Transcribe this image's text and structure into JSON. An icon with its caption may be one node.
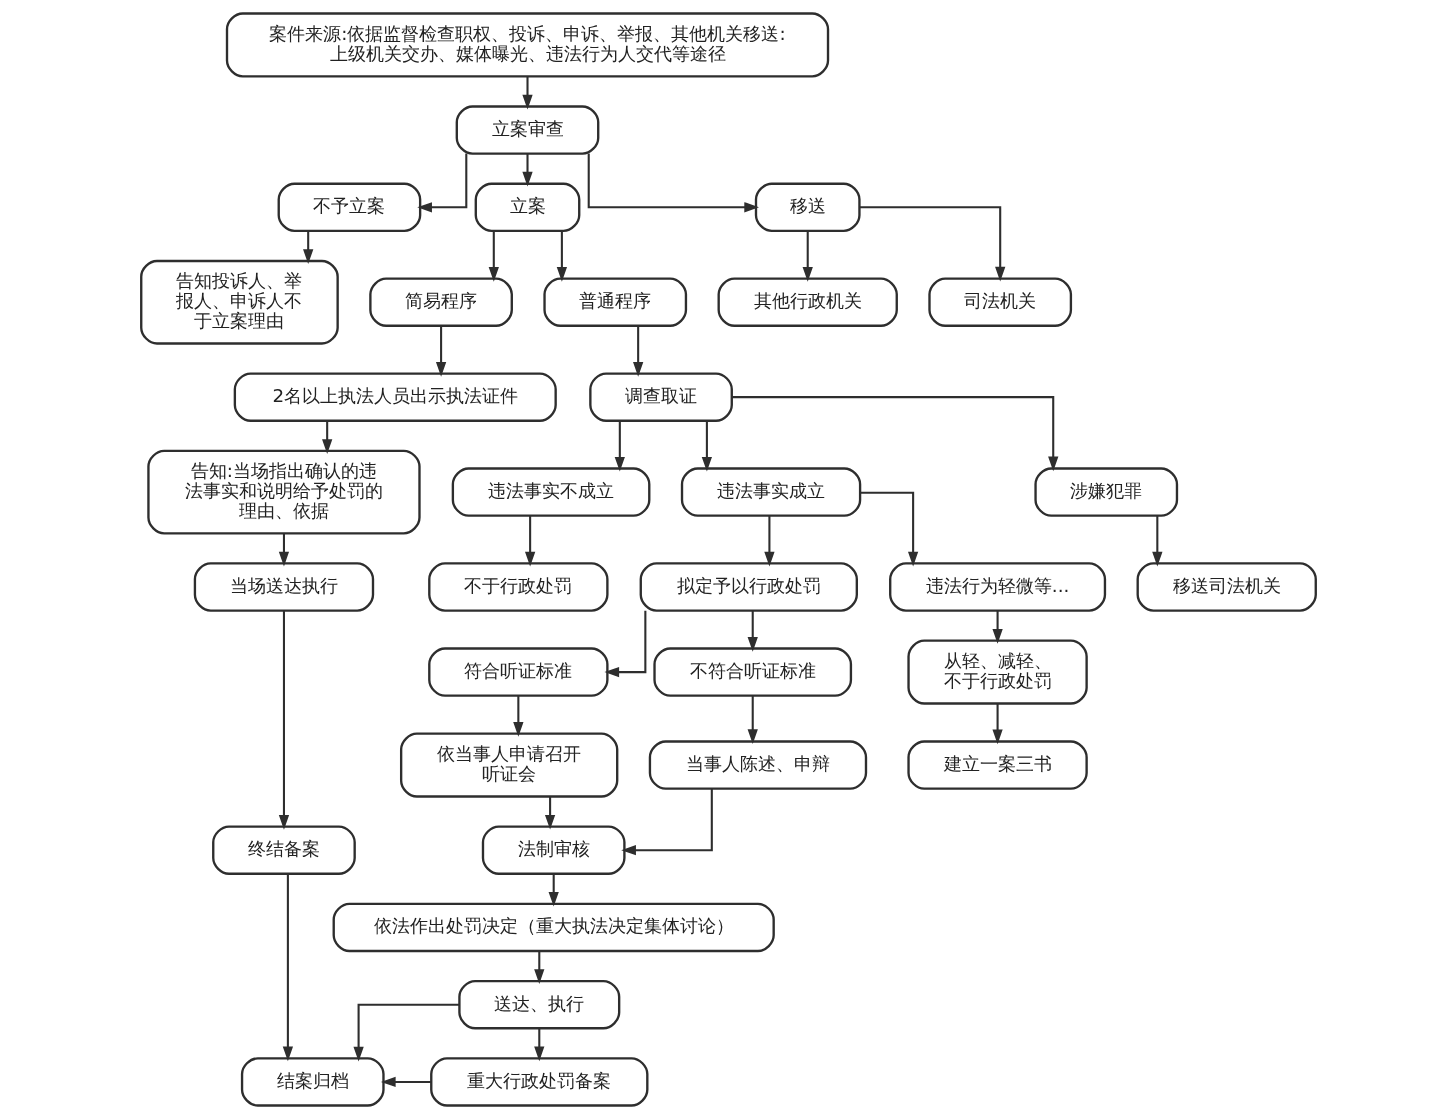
{
  "diagram": {
    "nodes": [
      {
        "text": [
          "案件来源:依据监督检查职权、投诉、申诉、举报、其他机关移送:上级机关交办、媒体曝光、违法行为人交代等途径"
        ]
      },
      {
        "text": [
          "立案审查"
        ]
      },
      {
        "text": [
          "不予立案"
        ]
      },
      {
        "text": [
          "立案"
        ]
      },
      {
        "text": [
          "移送"
        ]
      },
      {
        "text": [
          "告知投诉人、举报人、申诉人不于立案理由"
        ]
      },
      {
        "text": [
          "简易程序"
        ]
      },
      {
        "text": [
          "普通程序"
        ]
      },
      {
        "text": [
          "其他行政机关"
        ]
      },
      {
        "text": [
          "司法机关"
        ]
      },
      {
        "text": [
          "2名以上执法人员出示执法证件"
        ]
      },
      {
        "text": [
          "调查取证"
        ]
      },
      {
        "text": [
          "告知:当场指出确认的违法事实和说明给予处罚的理由、依据"
        ]
      },
      {
        "text": [
          "违法事实不成立"
        ]
      },
      {
        "text": [
          "违法事实成立"
        ]
      },
      {
        "text": [
          "涉嫌犯罪"
        ]
      },
      {
        "text": [
          "不于行政处罚"
        ]
      },
      {
        "text": [
          "移送司法机关"
        ]
      },
      {
        "text": [
          "当场送达执行"
        ]
      },
      {
        "text": [
          "拟定予以行政处罚"
        ]
      },
      {
        "text": [
          "违法行为轻微等..."
        ]
      },
      {
        "text": [
          "终结备案"
        ]
      },
      {
        "text": [
          "符合听证标准"
        ]
      },
      {
        "text": [
          "不符合听证标准"
        ]
      },
      {
        "text": [
          "从轻、减轻、不于行政处罚"
        ]
      },
      {
        "text": [
          "依当事人申请召开听证会"
        ]
      },
      {
        "text": [
          "当事人陈述、申辩"
        ]
      },
      {
        "text": [
          "建立一案三书"
        ]
      },
      {
        "text": [
          "法制审核"
        ]
      },
      {
        "text": [
          "依法作出处罚决定（重大执法决定集体讨论）"
        ]
      },
      {
        "text": [
          "送达、执行"
        ]
      },
      {
        "text": [
          "结案归档"
        ]
      },
      {
        "text": [
          "重大行政处罚备案"
        ]
      }
    ],
    "edges": [
      {
        "from": 0,
        "to": 1,
        "arrow": "to"
      },
      {
        "from": 1,
        "to": 2,
        "arrow": "to"
      },
      {
        "from": 1,
        "to": 3,
        "arrow": "to"
      },
      {
        "from": 1,
        "to": 4,
        "arrow": "to"
      },
      {
        "from": 2,
        "to": 5,
        "arrow": "to"
      },
      {
        "from": 3,
        "to": 6,
        "arrow": "to"
      },
      {
        "from": 3,
        "to": 7,
        "arrow": "to"
      },
      {
        "from": 4,
        "to": 8,
        "arrow": "to"
      },
      {
        "from": 4,
        "to": 9,
        "arrow": "to"
      },
      {
        "from": 6,
        "to": 10,
        "arrow": "to"
      },
      {
        "from": 10,
        "to": 12,
        "arrow": "to"
      },
      {
        "from": 12,
        "to": 18,
        "arrow": "to"
      },
      {
        "from": 18,
        "to": 21,
        "arrow": "to"
      },
      {
        "from": 21,
        "to": 31,
        "arrow": "to"
      },
      {
        "from": 7,
        "to": 11,
        "arrow": "to"
      },
      {
        "from": 11,
        "to": 13,
        "arrow": "to"
      },
      {
        "from": 11,
        "to": 14,
        "arrow": "to"
      },
      {
        "from": 11,
        "to": 15,
        "arrow": "to"
      },
      {
        "from": 13,
        "to": 16,
        "arrow": "to"
      },
      {
        "from": 15,
        "to": 17,
        "arrow": "to"
      },
      {
        "from": 14,
        "to": 19,
        "arrow": "to"
      },
      {
        "from": 14,
        "to": 20,
        "arrow": "to"
      },
      {
        "from": 19,
        "to": 22,
        "arrow": "to"
      },
      {
        "from": 19,
        "to": 23,
        "arrow": "to"
      },
      {
        "from": 22,
        "to": 25,
        "arrow": "to"
      },
      {
        "from": 23,
        "to": 26,
        "arrow": "to"
      },
      {
        "from": 25,
        "to": 28,
        "arrow": "to"
      },
      {
        "from": 26,
        "to": 28,
        "arrow": "to"
      },
      {
        "from": 20,
        "to": 24,
        "arrow": "to"
      },
      {
        "from": 24,
        "to": 27,
        "arrow": "to"
      },
      {
        "from": 28,
        "to": 29,
        "arrow": "to"
      },
      {
        "from": 29,
        "to": 30,
        "arrow": "to"
      },
      {
        "from": 30,
        "to": 31,
        "arrow": "to"
      },
      {
        "from": 30,
        "to": 32,
        "arrow": "to"
      },
      {
        "from": 32,
        "to": 31,
        "arrow": "to"
      }
    ]
  }
}
